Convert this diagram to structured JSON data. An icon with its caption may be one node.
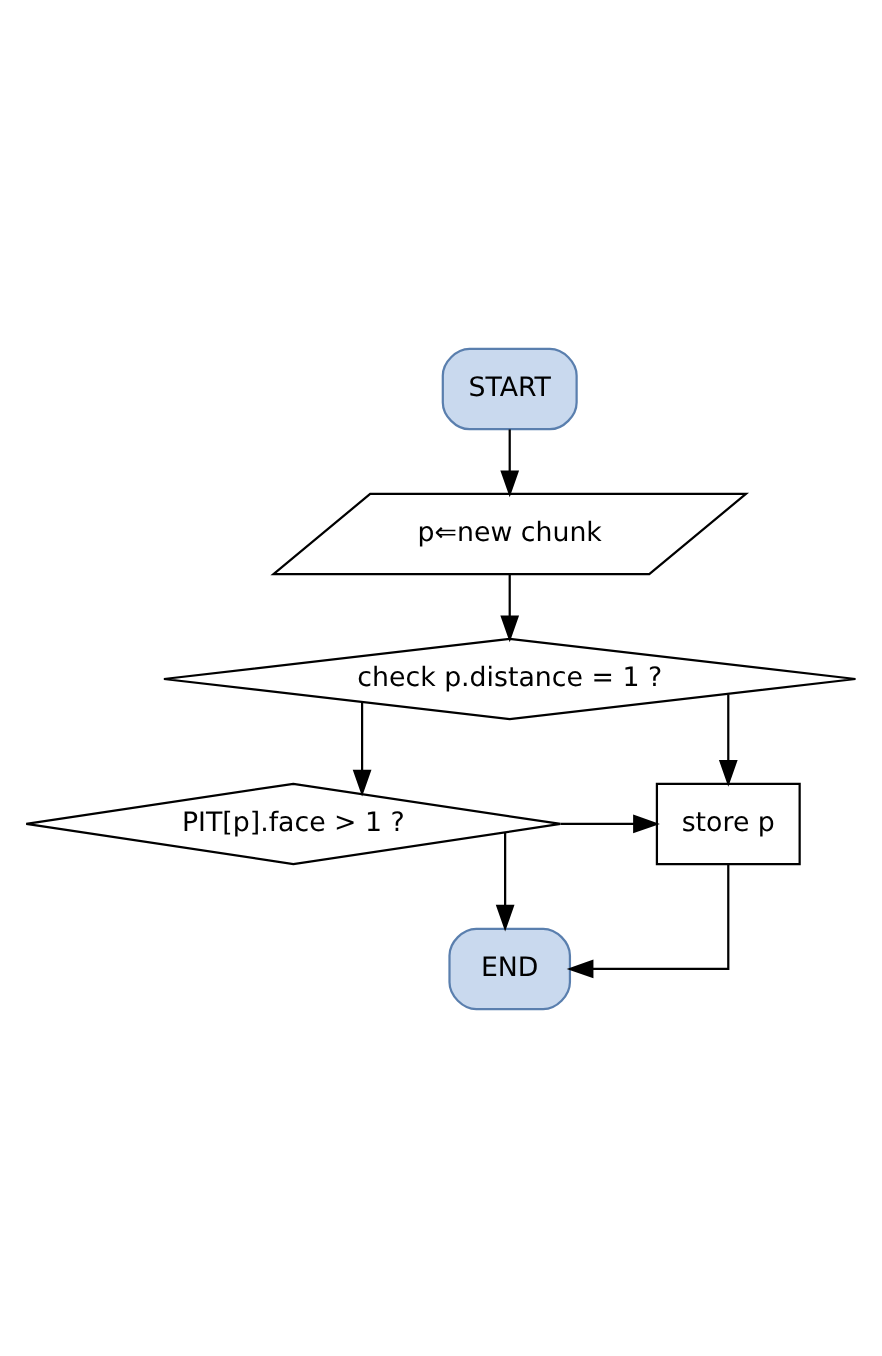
{
  "diagram": {
    "nodes": [
      {
        "text": [
          "START"
        ]
      },
      {
        "text": [
          "p⇐new chunk"
        ]
      },
      {
        "text": [
          "check p.distance = 1 ?"
        ]
      },
      {
        "text": [
          "PIT[p].face > 1 ?"
        ]
      },
      {
        "text": [
          "store p"
        ]
      },
      {
        "text": [
          "END"
        ]
      }
    ],
    "edges": [
      {
        "from": 0,
        "to": 1,
        "arrow": "to"
      },
      {
        "from": 1,
        "to": 2,
        "arrow": "to"
      },
      {
        "from": 2,
        "to": 3,
        "arrow": "to"
      },
      {
        "from": 2,
        "to": 4,
        "arrow": "to"
      },
      {
        "from": 3,
        "to": 4,
        "arrow": "to"
      },
      {
        "from": 3,
        "to": 5,
        "arrow": "to"
      },
      {
        "from": 4,
        "to": 5,
        "arrow": "to"
      }
    ]
  }
}
